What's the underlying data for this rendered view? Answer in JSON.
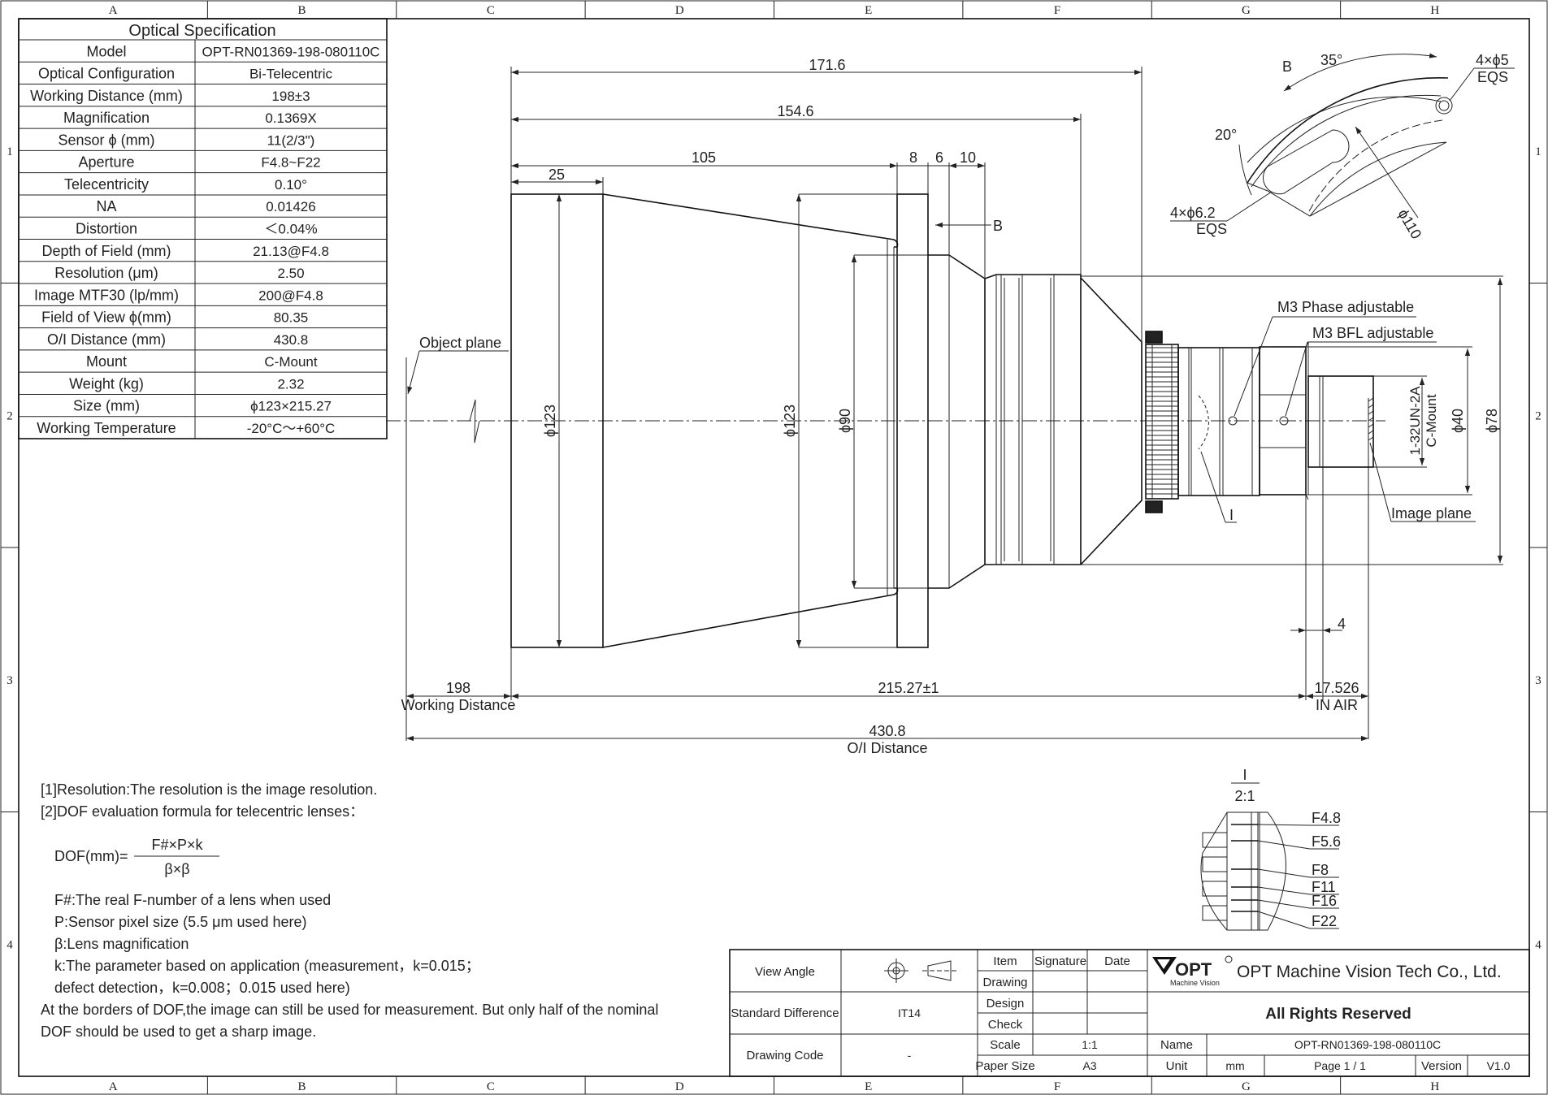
{
  "border": {
    "cols": [
      "A",
      "B",
      "C",
      "D",
      "E",
      "F",
      "G",
      "H"
    ],
    "rows": [
      "1",
      "2",
      "3",
      "4"
    ]
  },
  "spec": {
    "title": "Optical Specification",
    "rows": [
      {
        "label": "Model",
        "value": "OPT-RN01369-198-080110C"
      },
      {
        "label": "Optical Configuration",
        "value": "Bi-Telecentric"
      },
      {
        "label": "Working Distance (mm)",
        "value": "198±3"
      },
      {
        "label": "Magnification",
        "value": "0.1369X"
      },
      {
        "label": "Sensor ϕ (mm)",
        "value": "11(2/3\")"
      },
      {
        "label": "Aperture",
        "value": "F4.8~F22"
      },
      {
        "label": "Telecentricity",
        "value": "0.10°"
      },
      {
        "label": "NA",
        "value": "0.01426"
      },
      {
        "label": "Distortion",
        "value": "＜0.04%"
      },
      {
        "label": "Depth of Field (mm)",
        "value": "21.13@F4.8"
      },
      {
        "label": "Resolution (μm)",
        "value": "2.50"
      },
      {
        "label": "Image MTF30 (lp/mm)",
        "value": "200@F4.8"
      },
      {
        "label": "Field of View ϕ(mm)",
        "value": "80.35"
      },
      {
        "label": "O/I Distance (mm)",
        "value": "430.8"
      },
      {
        "label": "Mount",
        "value": "C-Mount"
      },
      {
        "label": "Weight (kg)",
        "value": "2.32"
      },
      {
        "label": "Size (mm)",
        "value": "ϕ123×215.27"
      },
      {
        "label": "Working Temperature",
        "value": "-20°C～+60°C"
      }
    ]
  },
  "dims": {
    "d171": "171.6",
    "d154": "154.6",
    "d105": "105",
    "d25": "25",
    "d8": "8",
    "d6": "6",
    "d10": "10",
    "phi123a": "ϕ123",
    "phi123b": "ϕ123",
    "phi90": "ϕ90",
    "phi78": "ϕ78",
    "phi40": "ϕ40",
    "thread1": "1-32UN-2A",
    "thread2": "C-Mount",
    "d4": "4",
    "d198": "198",
    "working_distance": "Working Distance",
    "d215": "215.27±1",
    "d17": "17.526",
    "in_air": "IN AIR",
    "d430": "430.8",
    "oi_distance": "O/I Distance",
    "view_b": "B"
  },
  "labels": {
    "object_plane": "Object plane",
    "image_plane": "Image plane",
    "m3_phase": "M3 Phase adjustable",
    "m3_bfl": "M3 BFL adjustable",
    "detail_i": "I"
  },
  "view_b": {
    "label": "B",
    "angle35": "35°",
    "angle20": "20°",
    "holes5": "4×ϕ5",
    "eqs1": "EQS",
    "holes62": "4×ϕ6.2",
    "eqs2": "EQS",
    "phi110": "ϕ110"
  },
  "detail": {
    "label": "I",
    "scale": "2:1",
    "stops": [
      "F4.8",
      "F5.6",
      "F8",
      "F11",
      "F16",
      "F22"
    ]
  },
  "notes": {
    "n1": "[1]Resolution:The resolution is  the image resolution.",
    "n2": "[2]DOF evaluation formula for telecentric lenses：",
    "formula_lhs": "DOF(mm)=",
    "formula_num": "F#×P×k",
    "formula_den": "β×β",
    "f1": "F#:The real F-number of a lens when used",
    "f2": "P:Sensor pixel size (5.5 μm used here)",
    "f3": "β:Lens magnification",
    "f4": "k:The parameter based on application (measurement，k=0.015；",
    "f5": "defect detection，k=0.008；0.015 used here)",
    "f6": "At the borders of DOF,the image can still be used for measurement. But only half of the nominal",
    "f7": "DOF should be used to get a sharp image."
  },
  "title_block": {
    "view_angle": "View Angle",
    "standard_difference": "Standard Difference",
    "std_value": "IT14",
    "drawing_code": "Drawing Code",
    "code_value": "-",
    "item": "Item",
    "signature": "Signature",
    "date": "Date",
    "drawing": "Drawing",
    "design": "Design",
    "check": "Check",
    "scale": "Scale",
    "scale_value": "1:1",
    "paper_size": "Paper Size",
    "paper_value": "A3",
    "logo": "OPT",
    "logo_sub": "Machine Vision",
    "company": "OPT Machine Vision Tech Co., Ltd.",
    "rights": "All Rights Reserved",
    "name": "Name",
    "name_value": "OPT-RN01369-198-080110C",
    "unit": "Unit",
    "unit_value": "mm",
    "page": "Page  1 / 1",
    "version": "Version",
    "version_value": "V1.0"
  }
}
